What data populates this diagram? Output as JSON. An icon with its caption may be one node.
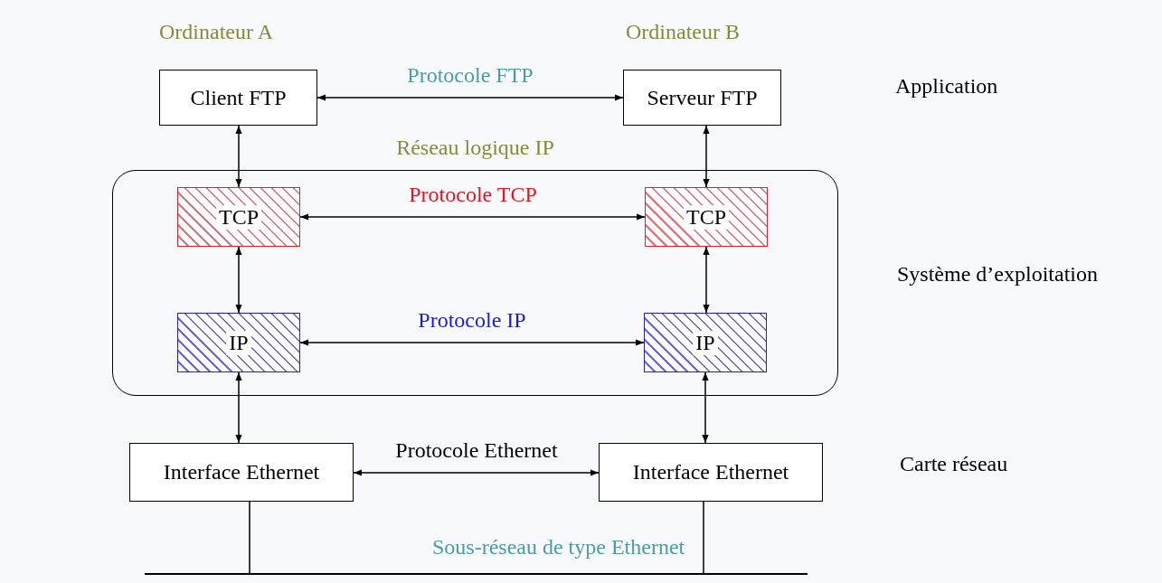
{
  "diagram": {
    "nodes": [
      {
        "text": [
          "Client FTP"
        ]
      },
      {
        "text": [
          "Serveur FTP"
        ]
      },
      {
        "text": [
          "Réseau logique IP"
        ]
      },
      {
        "text": [
          "TCP"
        ],
        "in": 2
      },
      {
        "text": [
          "TCP"
        ],
        "in": 2
      },
      {
        "text": [
          "IP"
        ],
        "in": 2
      },
      {
        "text": [
          "IP"
        ],
        "in": 2
      },
      {
        "text": [
          "Interface Ethernet"
        ]
      },
      {
        "text": [
          "Interface Ethernet"
        ]
      },
      {
        "text": [],
        "shape": "bar"
      }
    ],
    "edges": [
      {
        "from": 0,
        "to": 1,
        "arrow": "both",
        "label": "Protocole FTP"
      },
      {
        "from": 0,
        "to": 3,
        "arrow": "both"
      },
      {
        "from": 1,
        "to": 4,
        "arrow": "both"
      },
      {
        "from": 3,
        "to": 4,
        "arrow": "both",
        "label": "Protocole TCP"
      },
      {
        "from": 3,
        "to": 5,
        "arrow": "both"
      },
      {
        "from": 4,
        "to": 6,
        "arrow": "both"
      },
      {
        "from": 5,
        "to": 6,
        "arrow": "both",
        "label": "Protocole IP"
      },
      {
        "from": 5,
        "to": 7,
        "arrow": "both"
      },
      {
        "from": 6,
        "to": 8,
        "arrow": "both"
      },
      {
        "from": 7,
        "to": 8,
        "arrow": "both",
        "label": "Protocole Ethernet"
      },
      {
        "from": 7,
        "to": 9,
        "arrow": "none"
      },
      {
        "from": 8,
        "to": 9,
        "arrow": "none"
      }
    ],
    "labels": [
      "Ordinateur A",
      "Ordinateur B",
      "Application",
      "Système d’exploitation",
      "Carte réseau",
      "Sous-réseau de type Ethernet"
    ]
  }
}
